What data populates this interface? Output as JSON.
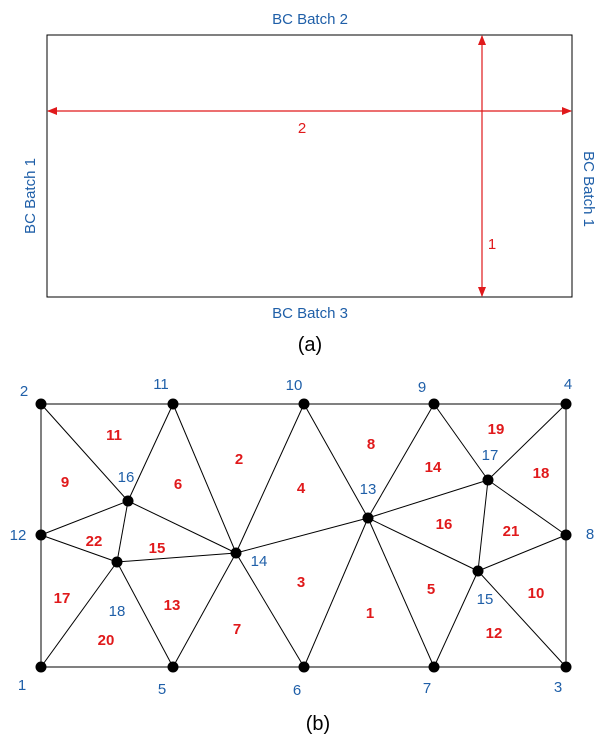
{
  "panel_a": {
    "label_top": "BC Batch 2",
    "label_left": "BC Batch 1",
    "label_right": "BC Batch 1",
    "label_bottom": "BC Batch 3",
    "dir_horizontal": "2",
    "dir_vertical": "1",
    "caption": "(a)"
  },
  "panel_b": {
    "caption": "(b)",
    "nodes": [
      "1",
      "2",
      "3",
      "4",
      "5",
      "6",
      "7",
      "8",
      "9",
      "10",
      "11",
      "12",
      "13",
      "14",
      "15",
      "16",
      "17",
      "18"
    ],
    "elements": [
      "1",
      "2",
      "3",
      "4",
      "5",
      "6",
      "7",
      "8",
      "9",
      "10",
      "11",
      "12",
      "13",
      "14",
      "15",
      "16",
      "17",
      "18",
      "19",
      "20",
      "21",
      "22"
    ]
  },
  "colors": {
    "label_blue": "#1f5fa8",
    "arrow_red": "#e0191b",
    "edge_black": "#000000"
  }
}
